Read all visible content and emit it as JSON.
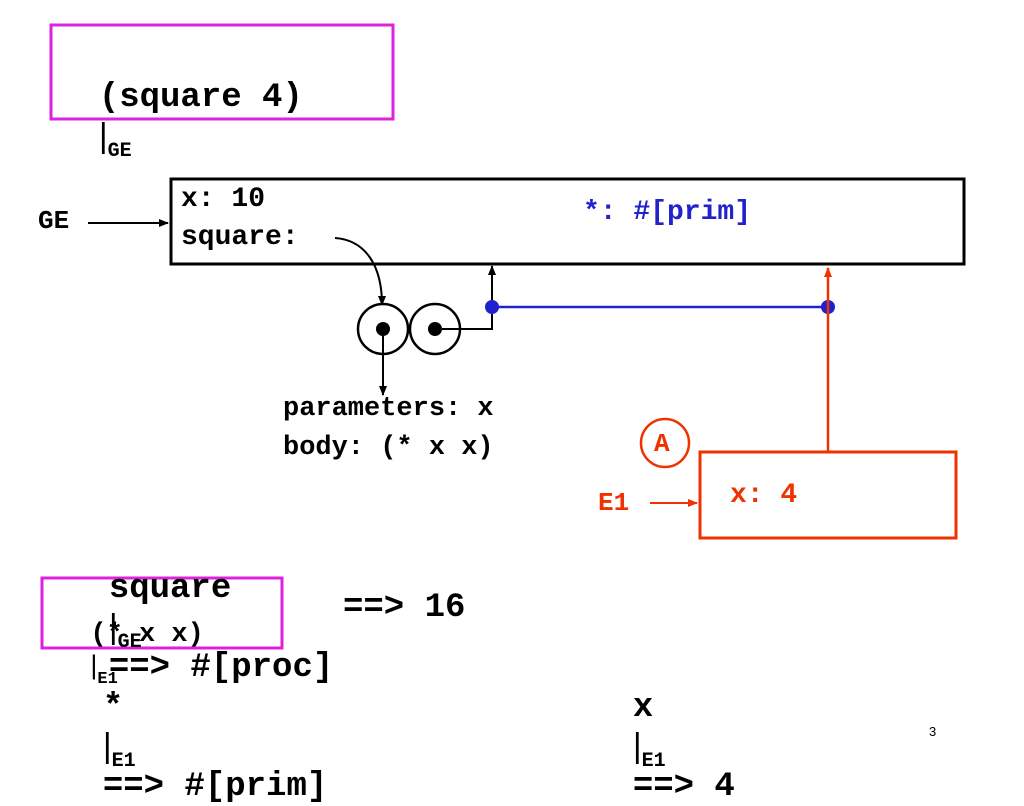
{
  "title": {
    "expr": "(square 4)",
    "bar": "|",
    "env": "GE"
  },
  "global_env": {
    "label": "GE",
    "binding_x": "x: 10",
    "binding_square": "square:",
    "binding_star": "*: #[prim]"
  },
  "procedure": {
    "params": "parameters: x",
    "body": "body: (* x x)"
  },
  "frame_e1": {
    "label": "E1",
    "binding": "x: 4",
    "marker": "A"
  },
  "evaluations": [
    {
      "expr": "square",
      "bar": "|",
      "env": "GE",
      "result": "==> #[proc]"
    },
    {
      "expr": "(* x x)",
      "bar": "|",
      "env": "E1",
      "result": "==> 16"
    },
    {
      "expr": "*",
      "bar": "|",
      "env": "E1",
      "result": "==> #[prim]"
    },
    {
      "expr": "x",
      "bar": "|",
      "env": "E1",
      "result": "==> 4"
    }
  ],
  "slide_number": "3",
  "colors": {
    "highlight": "#dd22dd",
    "blue": "#2222cc",
    "red": "#ee3300",
    "black": "#000000"
  }
}
